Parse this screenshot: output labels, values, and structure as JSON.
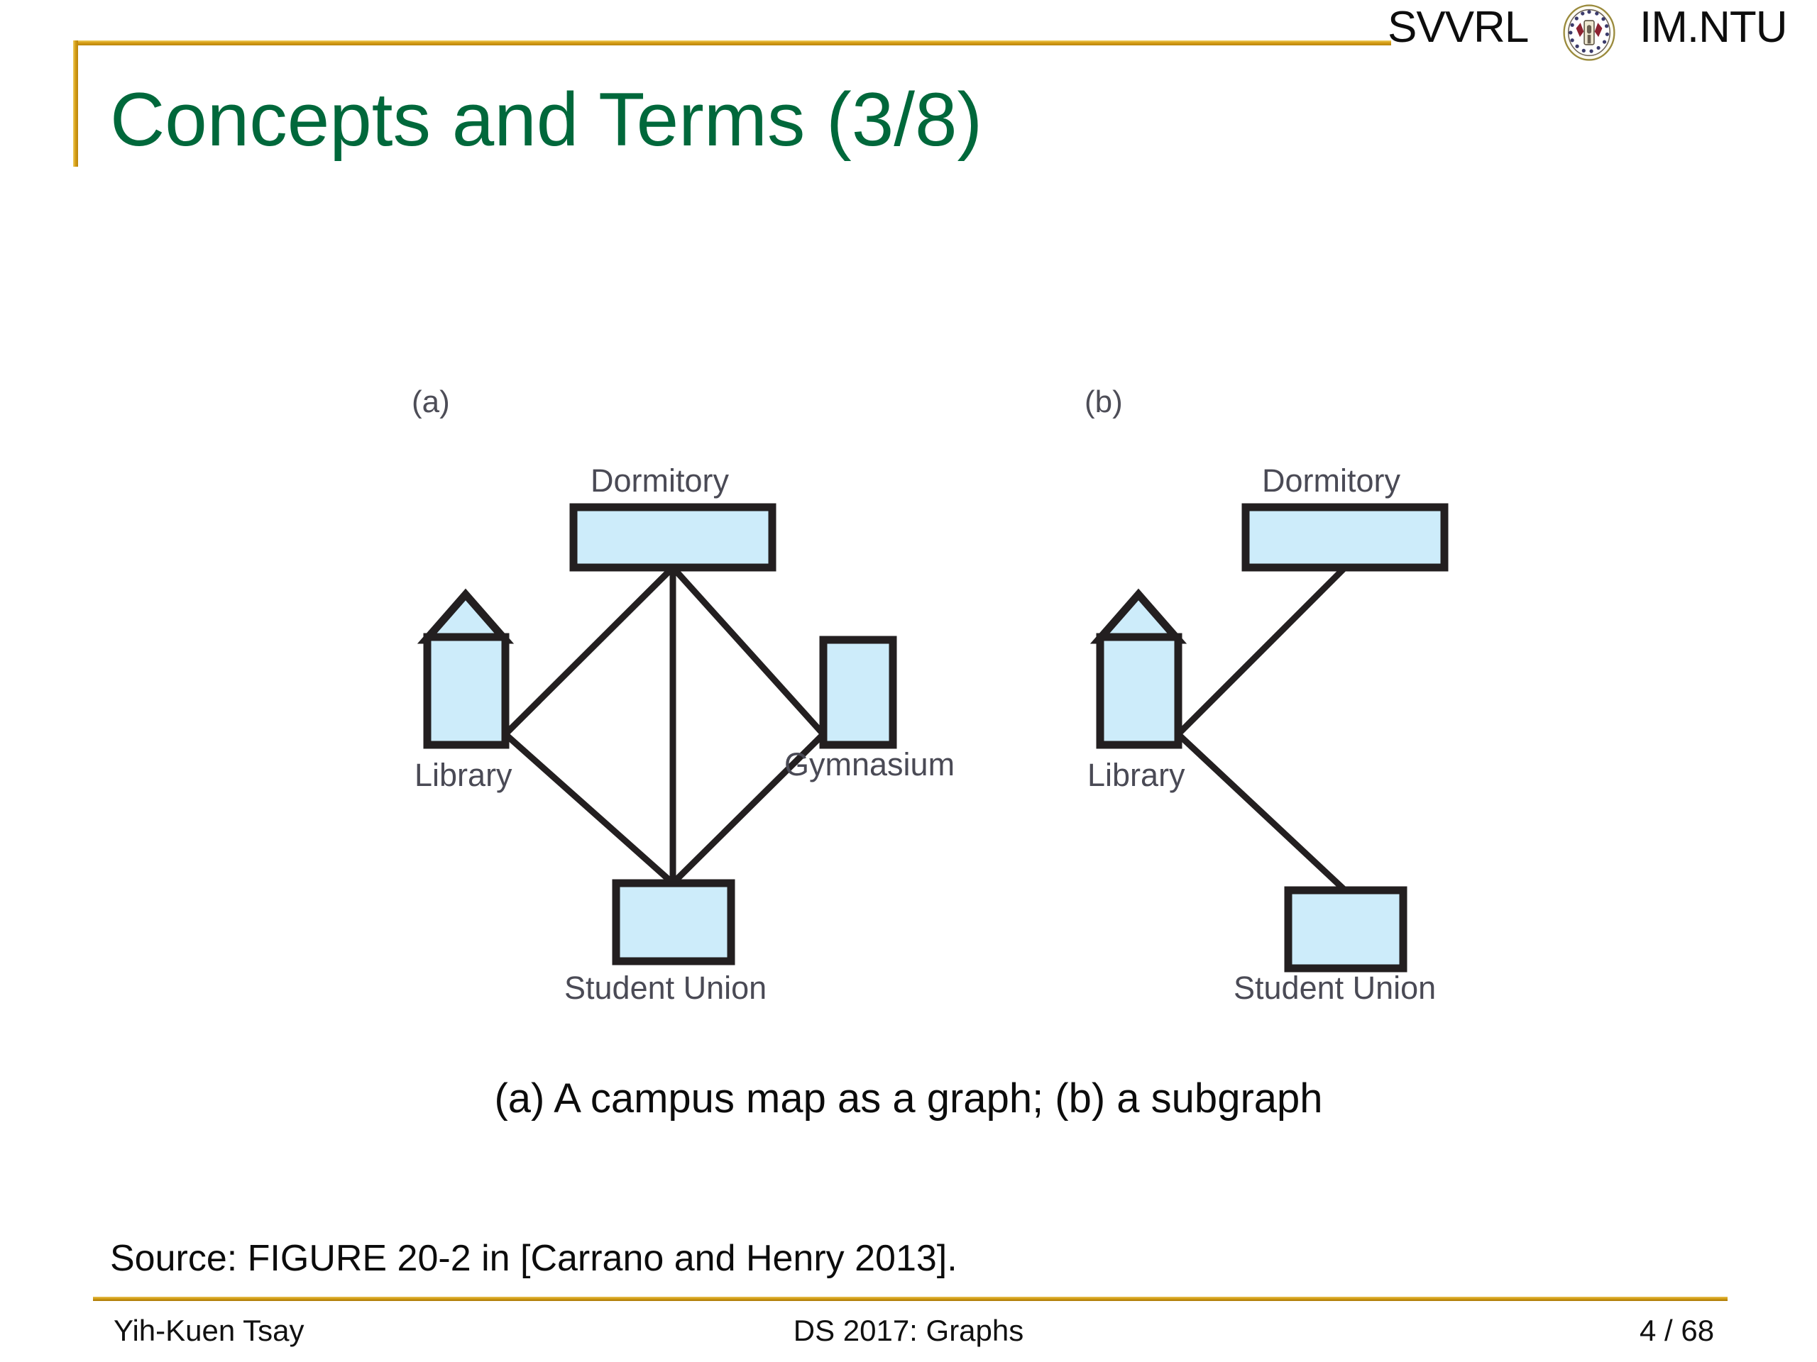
{
  "header": {
    "brand_left": "SVVRL",
    "brand_right": "IM.NTU",
    "logo_icon": "ntu-seal-icon"
  },
  "title": "Concepts and Terms (3/8)",
  "figure": {
    "panel_a_label": "(a)",
    "panel_b_label": "(b)",
    "caption": "(a) A campus map as a graph; (b) a subgraph",
    "node_fill": "#cdecfa",
    "node_stroke": "#231f20",
    "label_color": "#4a4a55",
    "panels": [
      {
        "id": "a",
        "label": "(a)",
        "nodes": [
          {
            "name": "Dormitory",
            "shape": "wide-rect"
          },
          {
            "name": "Library",
            "shape": "house"
          },
          {
            "name": "Gymnasium",
            "shape": "tall-rect"
          },
          {
            "name": "Student Union",
            "shape": "rect"
          }
        ],
        "edges": [
          {
            "from": "Dormitory",
            "to": "Library"
          },
          {
            "from": "Dormitory",
            "to": "Gymnasium"
          },
          {
            "from": "Dormitory",
            "to": "Student Union"
          },
          {
            "from": "Library",
            "to": "Student Union"
          },
          {
            "from": "Gymnasium",
            "to": "Student Union"
          }
        ]
      },
      {
        "id": "b",
        "label": "(b)",
        "nodes": [
          {
            "name": "Dormitory",
            "shape": "wide-rect"
          },
          {
            "name": "Library",
            "shape": "house"
          },
          {
            "name": "Student Union",
            "shape": "rect"
          }
        ],
        "edges": [
          {
            "from": "Library",
            "to": "Dormitory"
          },
          {
            "from": "Library",
            "to": "Student Union"
          }
        ]
      }
    ],
    "labels": {
      "a_dormitory": "Dormitory",
      "a_library": "Library",
      "a_gymnasium": "Gymnasium",
      "a_student_union": "Student Union",
      "b_dormitory": "Dormitory",
      "b_library": "Library",
      "b_student_union": "Student Union"
    }
  },
  "source": "Source: FIGURE 20-2 in [Carrano and Henry 2013].",
  "footer": {
    "author": "Yih-Kuen Tsay",
    "course": "DS 2017: Graphs",
    "page": "4 / 68"
  },
  "colors": {
    "title_green": "#00683b",
    "rule_gold": "#d79e15",
    "node_blue": "#cdecfa"
  }
}
